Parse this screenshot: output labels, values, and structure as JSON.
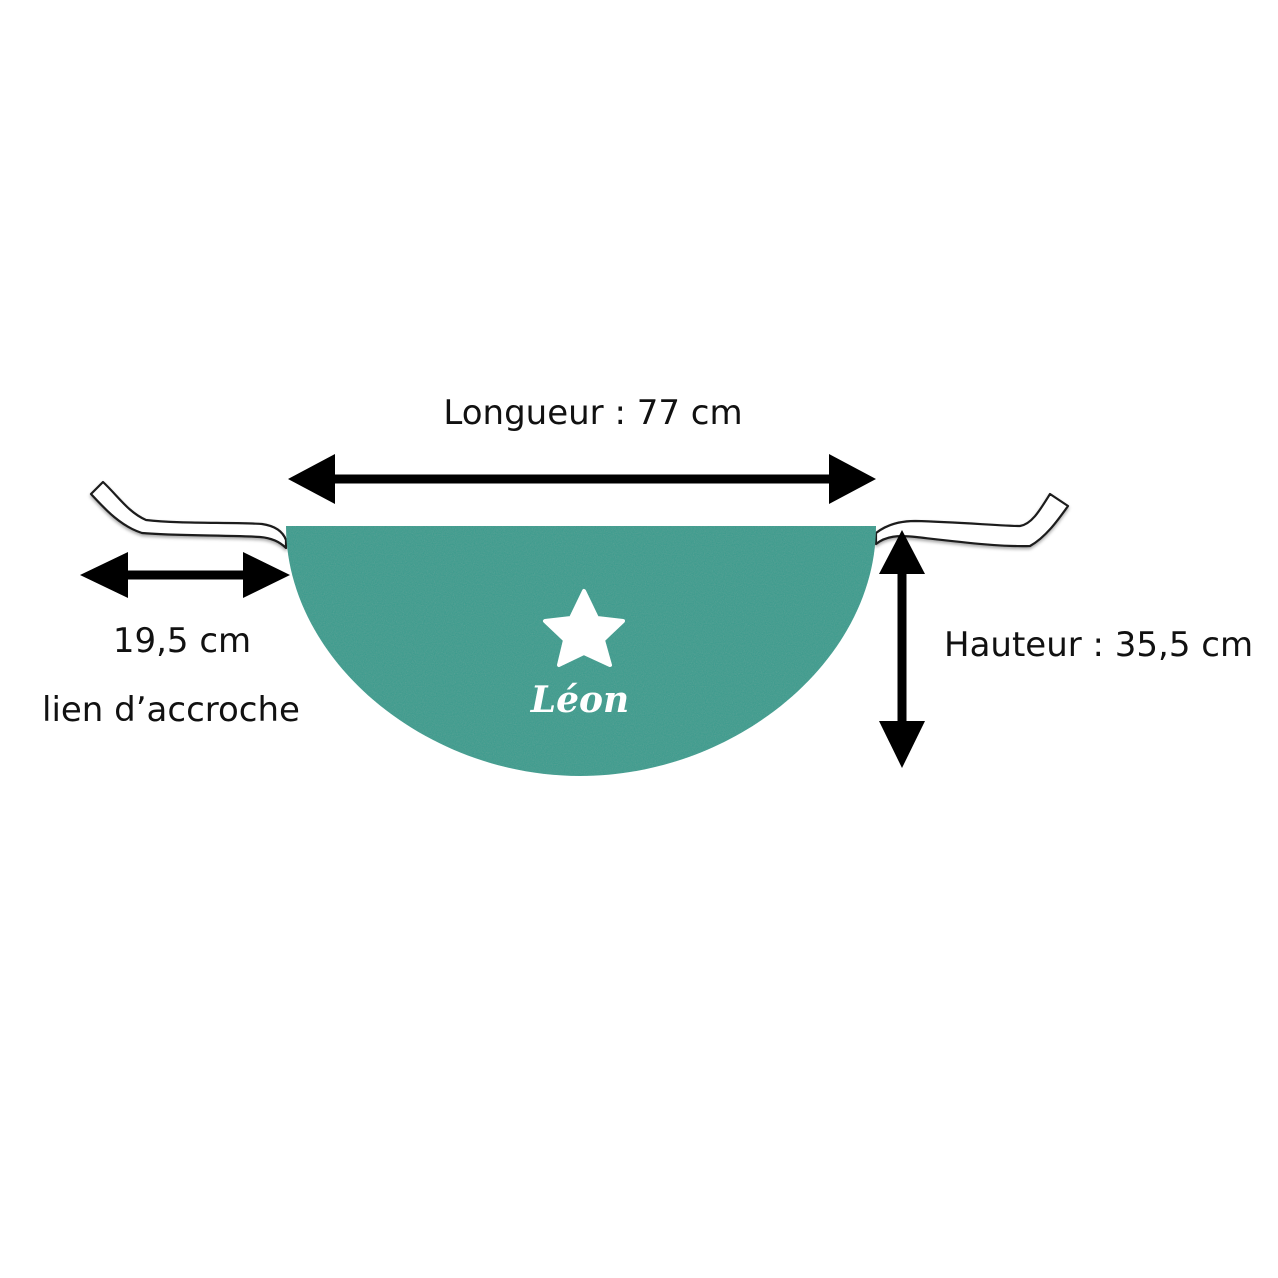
{
  "labels": {
    "length": "Longueur : 77 cm",
    "tie_length": "19,5 cm",
    "tie_caption": "lien d’accroche",
    "height": "Hauteur : 35,5 cm"
  },
  "product": {
    "name": "Léon",
    "motif_icon": "star-icon",
    "fabric_color": "#3a9c8e",
    "tie_color": "#ffffff",
    "arrow_color": "#000000"
  }
}
